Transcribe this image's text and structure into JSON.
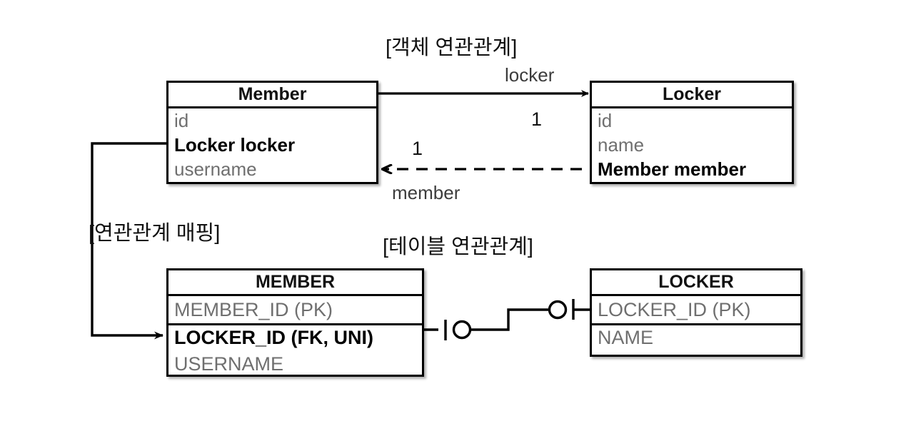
{
  "diagram": {
    "title_object_association": "[객체 연관관계]",
    "title_association_mapping": "[연관관계 매핑]",
    "title_table_association": "[테이블 연관관계]",
    "background_color": "#ffffff",
    "line_color": "#000000",
    "muted_text_color": "#6f6f6f"
  },
  "object_model": {
    "member": {
      "title": "Member",
      "attributes": [
        {
          "text": "id",
          "bold": false
        },
        {
          "text": "Locker locker",
          "bold": true
        },
        {
          "text": "username",
          "bold": false
        }
      ]
    },
    "locker": {
      "title": "Locker",
      "attributes": [
        {
          "text": "id",
          "bold": false
        },
        {
          "text": "name",
          "bold": false
        },
        {
          "text": "Member member",
          "bold": true
        }
      ]
    },
    "edges": [
      {
        "name": "member-to-locker",
        "label": "locker",
        "multiplicity": "1",
        "style": "solid",
        "direction": "right"
      },
      {
        "name": "locker-to-member",
        "label": "member",
        "multiplicity": "1",
        "style": "dashed",
        "direction": "left"
      }
    ]
  },
  "table_model": {
    "member": {
      "title": "MEMBER",
      "columns": [
        {
          "text": "MEMBER_ID (PK)",
          "bold": false
        },
        {
          "text": "LOCKER_ID (FK, UNI)",
          "bold": true
        },
        {
          "text": "USERNAME",
          "bold": false
        }
      ]
    },
    "locker": {
      "title": "LOCKER",
      "columns": [
        {
          "text": "LOCKER_ID (PK)",
          "bold": false
        },
        {
          "text": "NAME",
          "bold": false
        }
      ]
    },
    "relationship": {
      "name": "member-locker-relation",
      "left_cardinality": "zero-or-one",
      "right_cardinality": "zero-or-one"
    }
  },
  "mapping_edge": {
    "name": "locker-field-to-locker-id-column",
    "from": "Member.Locker locker",
    "to": "MEMBER.LOCKER_ID (FK, UNI)"
  }
}
